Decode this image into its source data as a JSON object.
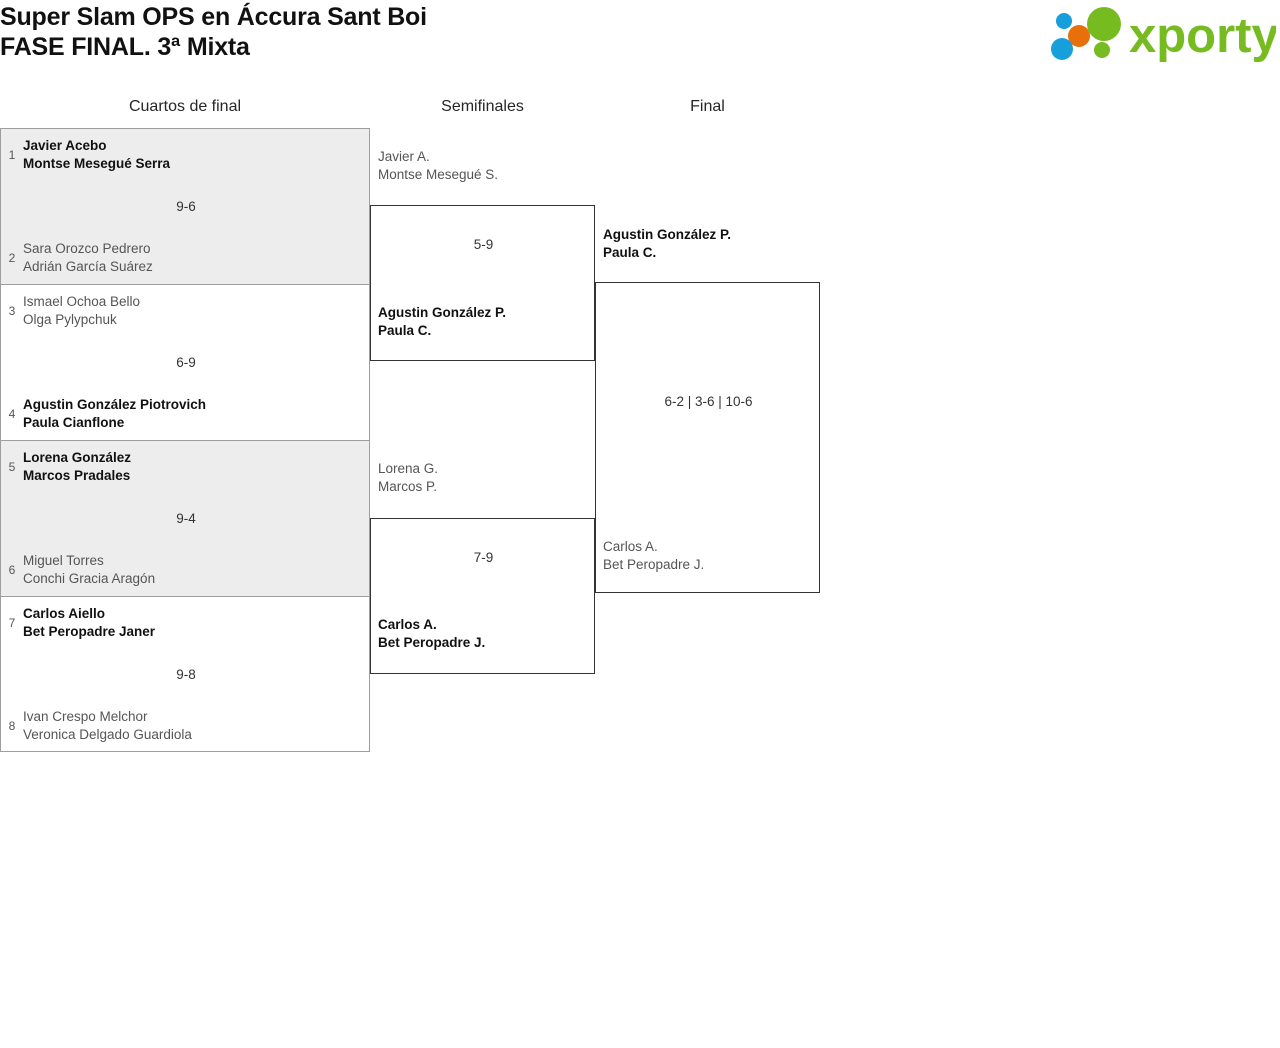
{
  "header": {
    "title_line1": "Super Slam OPS en Áccura Sant Boi",
    "title_line2": "FASE FINAL. 3ª Mixta",
    "logo": {
      "wordmark": "xporty",
      "green": "#76bc21",
      "orange": "#e8700a",
      "blue": "#169fda"
    }
  },
  "rounds": [
    {
      "label": "Cuartos de final"
    },
    {
      "label": "Semifinales"
    },
    {
      "label": "Final"
    }
  ],
  "quarterfinals": [
    {
      "score": "9-6",
      "top": {
        "seed": "1",
        "player1": "Javier Acebo",
        "player2": "Montse Mesegué Serra",
        "result": "winner"
      },
      "bottom": {
        "seed": "2",
        "player1": "Sara Orozco Pedrero",
        "player2": "Adrián García Suárez",
        "result": "loser"
      }
    },
    {
      "score": "6-9",
      "top": {
        "seed": "3",
        "player1": "Ismael Ochoa Bello",
        "player2": "Olga Pylypchuk",
        "result": "loser"
      },
      "bottom": {
        "seed": "4",
        "player1": "Agustin González Piotrovich",
        "player2": "Paula Cianflone",
        "result": "winner"
      }
    },
    {
      "score": "9-4",
      "top": {
        "seed": "5",
        "player1": "Lorena González",
        "player2": "Marcos Pradales",
        "result": "winner"
      },
      "bottom": {
        "seed": "6",
        "player1": "Miguel Torres",
        "player2": "Conchi Gracia Aragón",
        "result": "loser"
      }
    },
    {
      "score": "9-8",
      "top": {
        "seed": "7",
        "player1": "Carlos Aiello",
        "player2": "Bet Peropadre Janer",
        "result": "winner"
      },
      "bottom": {
        "seed": "8",
        "player1": "Ivan Crespo Melchor",
        "player2": "Veronica Delgado Guardiola",
        "result": "loser"
      }
    }
  ],
  "semifinals": [
    {
      "score": "5-9",
      "top": {
        "player1": "Javier A.",
        "player2": "Montse Mesegué S.",
        "result": "loser"
      },
      "bottom": {
        "player1": "Agustin González P.",
        "player2": "Paula C.",
        "result": "winner"
      }
    },
    {
      "score": "7-9",
      "top": {
        "player1": "Lorena G.",
        "player2": "Marcos P.",
        "result": "loser"
      },
      "bottom": {
        "player1": "Carlos A.",
        "player2": "Bet Peropadre J.",
        "result": "winner"
      }
    }
  ],
  "final": {
    "score": "6-2 | 3-6 | 10-6",
    "top": {
      "player1": "Agustin González P.",
      "player2": "Paula C.",
      "result": "winner"
    },
    "bottom": {
      "player1": "Carlos A.",
      "player2": "Bet Peropadre J.",
      "result": "loser"
    }
  }
}
